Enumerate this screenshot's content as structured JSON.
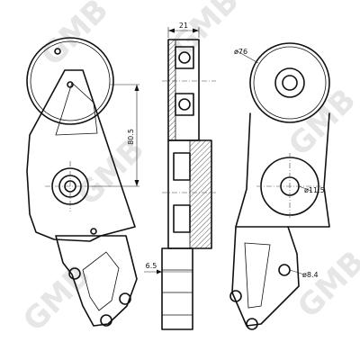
{
  "drawing": {
    "watermark": "GMB",
    "dimensions": {
      "width_top": "21",
      "center_distance": "80.5",
      "pulley_diameter": "ø76",
      "pivot_diameter": "ø11.5",
      "offset": "6.5",
      "mount_hole": "ø8.4"
    }
  }
}
